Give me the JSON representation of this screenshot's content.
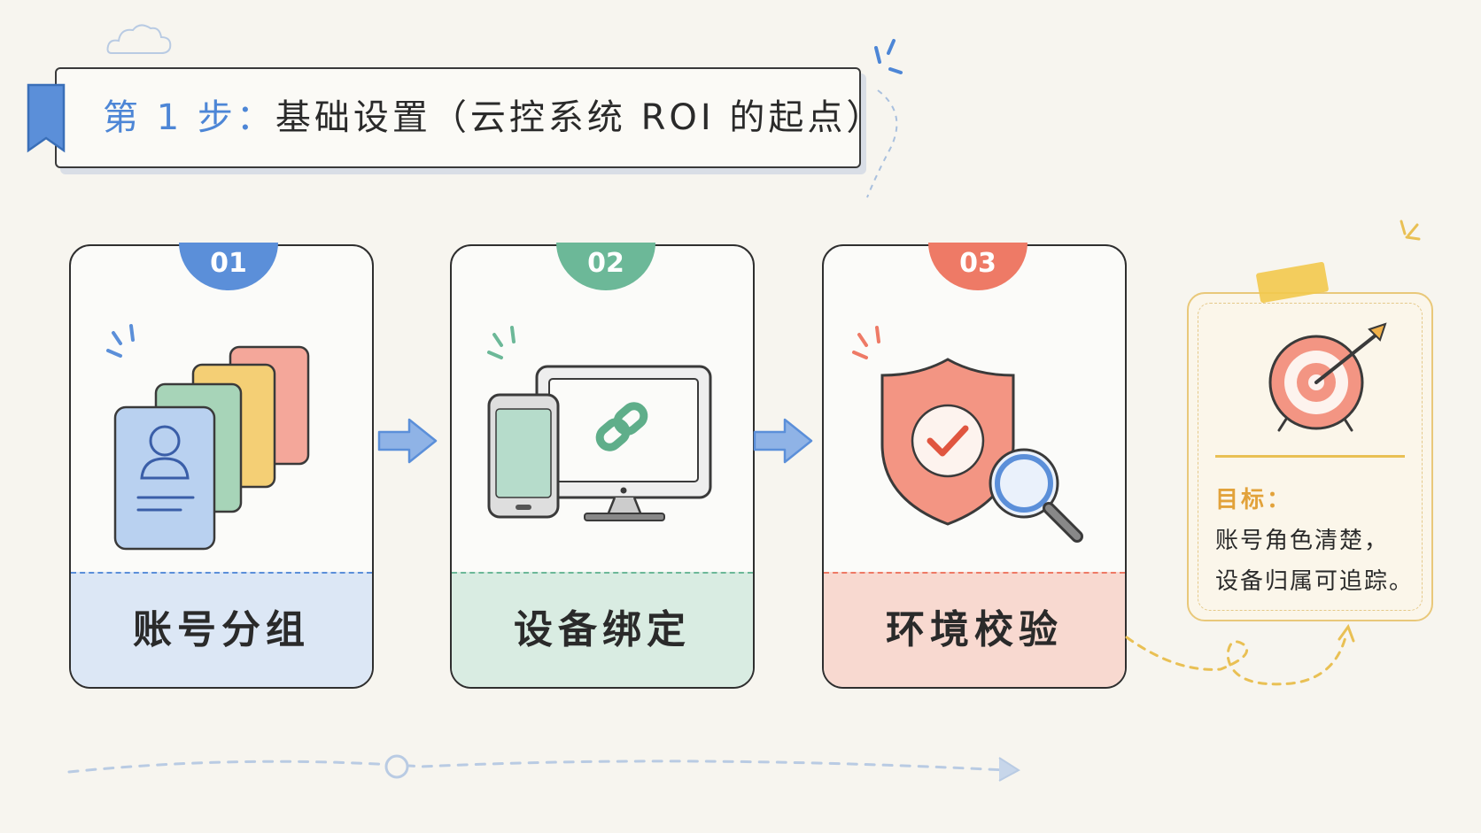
{
  "banner": {
    "step": "第 1 步：",
    "title": "基础设置（云控系统 ROI 的起点）"
  },
  "steps": [
    {
      "number": "01",
      "label": "账号分组",
      "color": "#5b8fd9",
      "fill": "#dce7f5"
    },
    {
      "number": "02",
      "label": "设备绑定",
      "color": "#6cb898",
      "fill": "#d9ece2"
    },
    {
      "number": "03",
      "label": "环境校验",
      "color": "#ee7a66",
      "fill": "#f8d9d0"
    }
  ],
  "goal": {
    "label": "目标：",
    "line1": "账号角色清楚，",
    "line2": "设备归属可追踪。",
    "accent": "#e2a23a"
  },
  "icons": [
    "bookmark-icon",
    "cloud-icon",
    "account-cards-icon",
    "device-link-icon",
    "shield-check-icon",
    "magnifier-icon",
    "target-arrow-icon",
    "arrow-right-icon"
  ]
}
